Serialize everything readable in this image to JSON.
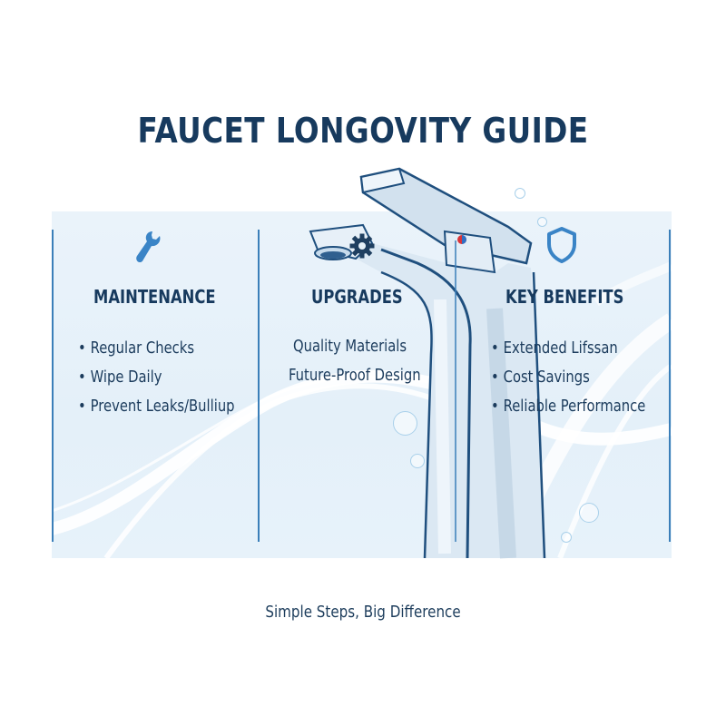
{
  "title": "FAUCET LONGOVITY GUIDE",
  "tagline": "Simple Steps, Big Difference",
  "colors": {
    "title": "#173a5e",
    "panel_bg": "#e6f1f9",
    "divider": "#3b7fb9",
    "icon_accent": "#3a84c6",
    "gear": "#1f3f60"
  },
  "columns": [
    {
      "icon": "wrench-icon",
      "heading": "MAINTENANCE",
      "items": [
        "Regular Checks",
        "Wipe Daily",
        "Prevent Leaks/Bulliup"
      ],
      "bullets": true
    },
    {
      "icon": "gear-icon",
      "heading": "UPGRADES",
      "items": [
        "Quality Materials",
        "Future-Proof Design"
      ],
      "bullets": false
    },
    {
      "icon": "shield-icon",
      "heading": "KEY BENEFITS",
      "items": [
        "Extended Lifssan",
        "Cost Savings",
        "Reliable Performance"
      ],
      "bullets": true
    }
  ],
  "bullet_char": "•"
}
